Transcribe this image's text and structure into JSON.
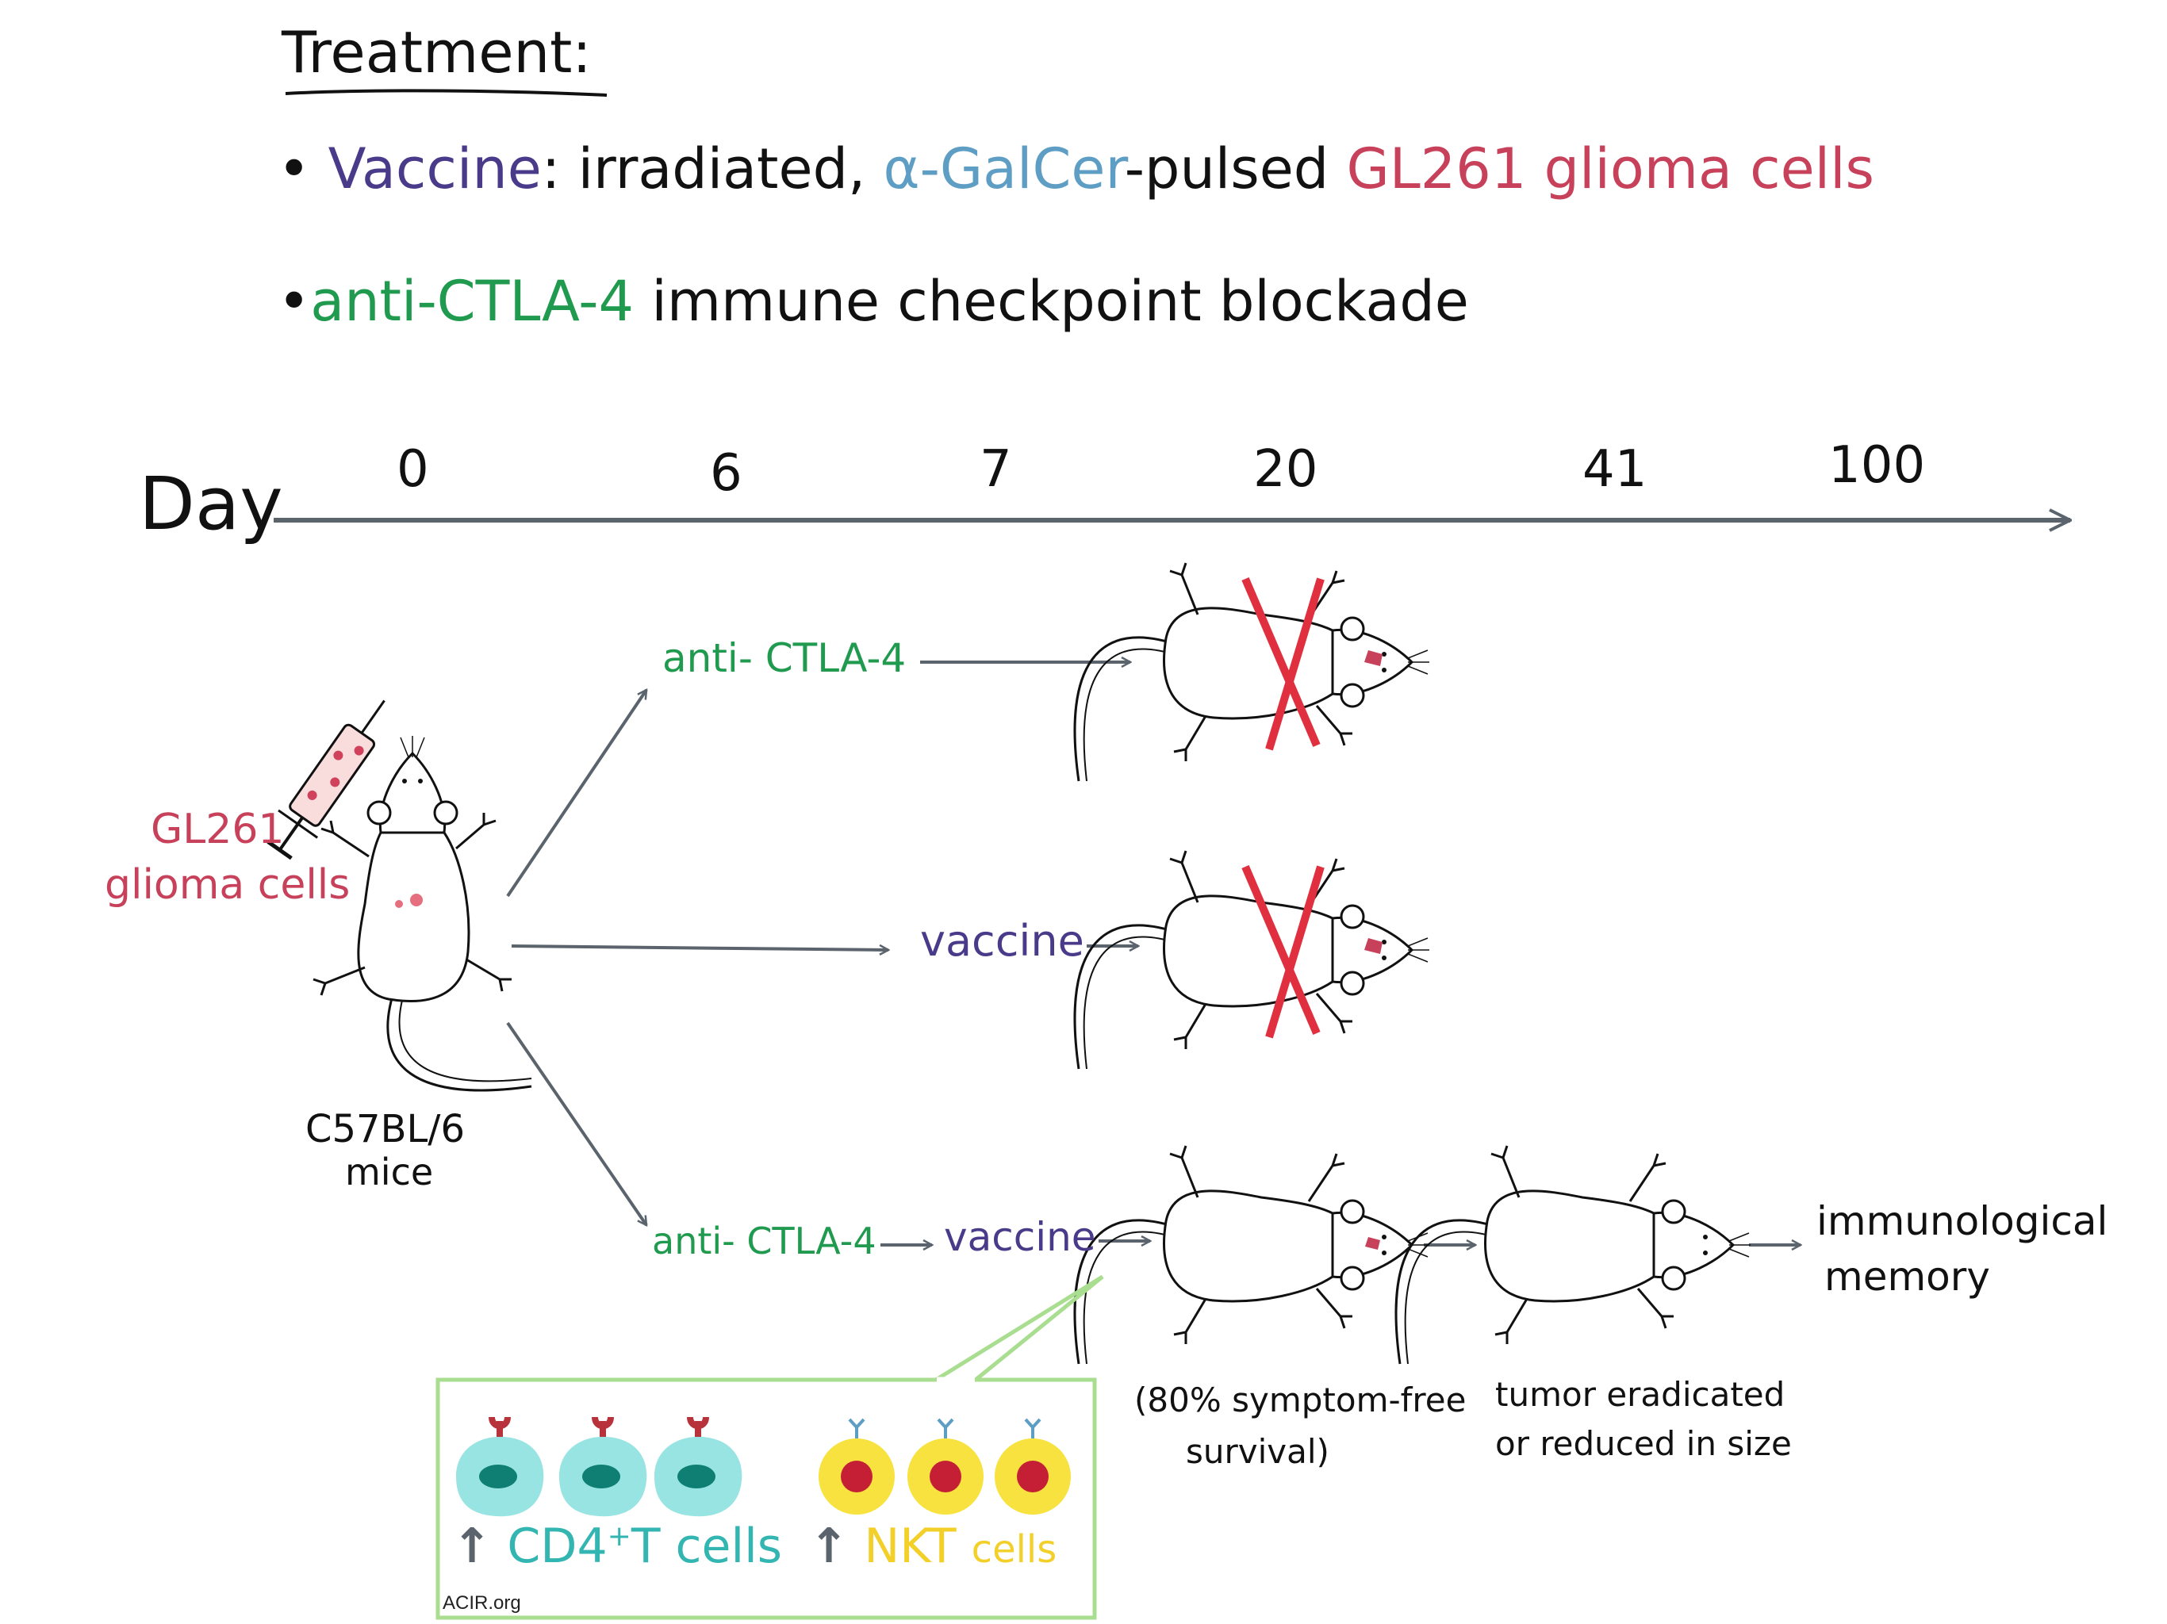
{
  "colors": {
    "ink": "#111111",
    "arrow": "#5b646d",
    "vaccine": "#4a3a8a",
    "galcer": "#5e9ec4",
    "glioma": "#c8415a",
    "antibody": "#1f9a4e",
    "cd4": "#33b6b2",
    "nkt": "#f3cf2a",
    "x_mark": "#e0303f",
    "box_border": "#a9dd8f"
  },
  "treatment": {
    "heading": "Treatment:",
    "line1": {
      "bullet": "•",
      "vaccine": "Vaccine",
      "colon_text": ": irradiated,",
      "galcer": "α-GalCer",
      "pulsed": "-pulsed",
      "cells": "GL261 glioma cells"
    },
    "line2": {
      "bullet": "•",
      "antibody": "anti-CTLA-4",
      "rest": "immune checkpoint blockade"
    }
  },
  "timeline": {
    "label": "Day",
    "days": [
      "0",
      "6",
      "7",
      "20",
      "41",
      "100"
    ]
  },
  "start": {
    "cells_line1": "GL261",
    "cells_line2": "glioma cells",
    "mice_line1": "C57BL/6",
    "mice_line2": "mice"
  },
  "arms": {
    "top": {
      "treatment": "anti- CTLA-4"
    },
    "middle": {
      "treatment": "vaccine"
    },
    "bottom": {
      "treatment1": "anti- CTLA-4",
      "treatment2": "vaccine",
      "outcome1_line1": "(80% symptom-free",
      "outcome1_line2": "survival)",
      "outcome2_line1": "tumor eradicated",
      "outcome2_line2": "or reduced in size",
      "outcome3_line1": "immunological",
      "outcome3_line2": "memory"
    }
  },
  "inset": {
    "cd4_arrow": "↑",
    "cd4_label_main": "CD4",
    "cd4_label_sup": "+",
    "cd4_label_rest": "T cells",
    "nkt_arrow": "↑",
    "nkt_label_main": "NKT",
    "nkt_label_rest": "cells",
    "credit": "ACIR.org"
  }
}
